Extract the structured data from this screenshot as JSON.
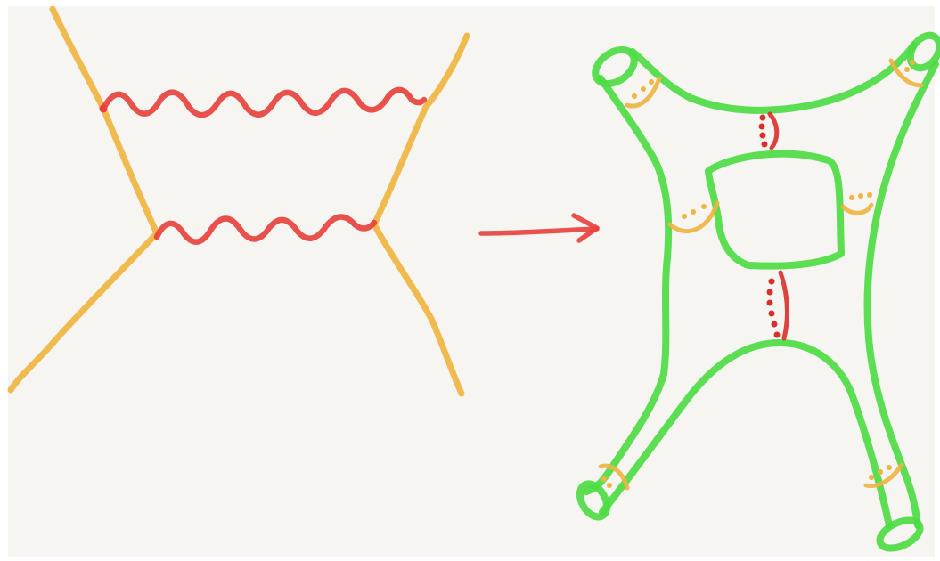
{
  "diagram": {
    "description_free": true,
    "colors": {
      "background": "#f6f5f2",
      "fermion_line": "#efb441",
      "photon_line": "#e8403a",
      "arrow": "#e8403a",
      "surface_outline": "#4ddb43",
      "boundary_circle": "#efb441",
      "neck_circle": "#d9302b"
    },
    "panels": [
      {
        "kind": "feynman-diagram",
        "fermion_lines": 4,
        "photon_lines": 2
      },
      {
        "kind": "transition-arrow"
      },
      {
        "kind": "worldsheet-surface",
        "external_tubes": 4,
        "internal_necks": 2,
        "loops": 1
      }
    ]
  }
}
